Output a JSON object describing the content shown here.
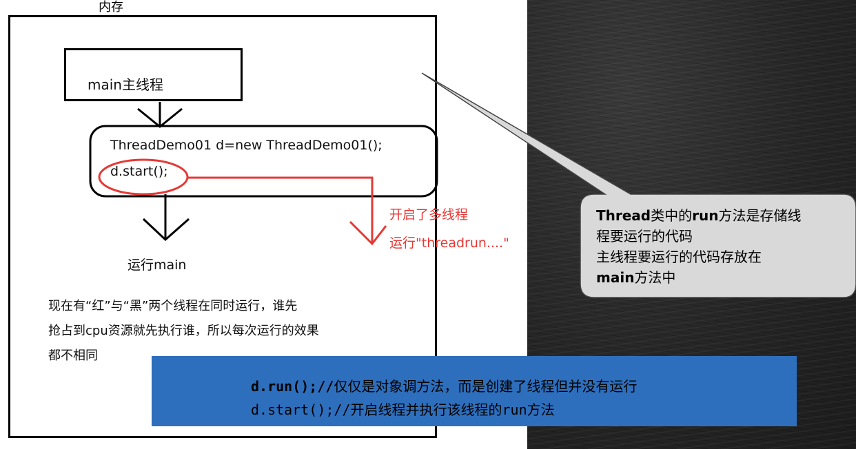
{
  "memory": {
    "label": "内存"
  },
  "flow": {
    "main_thread": "main主线程",
    "code_line1": "ThreadDemo01 d=new ThreadDemo01();",
    "code_line2": "d.start();",
    "run_main": "运行main",
    "red_note1": "开启了多线程",
    "red_note2": "运行\"threadrun....\""
  },
  "description": {
    "line1": "现在有“红”与“黑”两个线程在同时运行，谁先",
    "line2": "抢占到cpu资源就先执行谁，所以每次运行的效果",
    "line3": "都不相同"
  },
  "callout": {
    "part1_bold": "Thread",
    "part1": "类中的",
    "part2_bold": "run",
    "part2": "方法是存储线",
    "line2": "程要运行的代码",
    "line3": "主线程要运行的代码存放在",
    "line4_bold": "main",
    "line4": "方法中"
  },
  "blue_box": {
    "line1_code": "d.run();//",
    "line1_text": "仅仅是对象调方法，而是创建了线程但并没有运行",
    "line2_code": "d.start();//",
    "line2_text": "开启线程并执行该线程的",
    "line2_run": "run",
    "line2_end": "方法"
  },
  "colors": {
    "red": "#e53935",
    "blue_box": "#2e6fbd",
    "callout_bg": "#d9d9d9"
  }
}
